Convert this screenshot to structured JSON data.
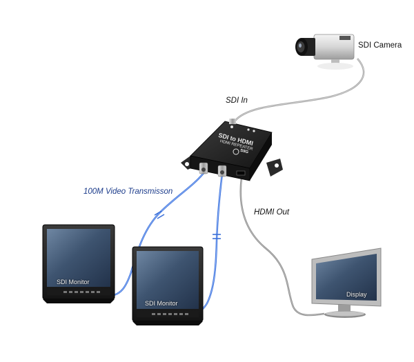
{
  "labels": {
    "camera": "SDI Camera",
    "sdi_in": "SDI In",
    "video_transmission": "100M Video Transmisson",
    "hdmi_out": "HDMI Out"
  },
  "monitors": [
    {
      "screen_label": "SDI Monitor"
    },
    {
      "screen_label": "SDI Monitor"
    }
  ],
  "display": {
    "screen_label": "Display"
  },
  "device": {
    "title": "SDI to HDMI",
    "subtitle": "HDMI REPEATER",
    "brand": "SIIG"
  },
  "colors": {
    "sdi_cable": "#3a6fd8",
    "hdmi_cable": "#8a8a8a",
    "device_body": "#1e1e1e",
    "screen": "#3c4f66"
  }
}
